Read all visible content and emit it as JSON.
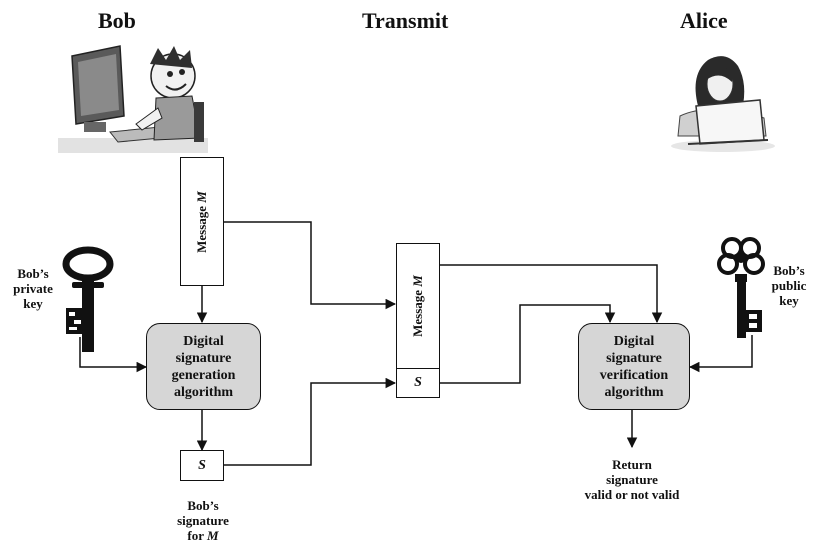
{
  "headers": {
    "bob": "Bob",
    "transmit": "Transmit",
    "alice": "Alice"
  },
  "bob_side": {
    "message_prefix": "Message",
    "message_var": "M",
    "private_key_label": "Bob’s\nprivate\nkey",
    "generation_algorithm": "Digital\nsignature\ngeneration\nalgorithm",
    "signature_symbol": "S",
    "signature_caption_text": "Bob’s\nsignature\nfor",
    "signature_caption_var": "M"
  },
  "transmit": {
    "message_prefix": "Message",
    "message_var": "M",
    "signature_symbol": "S"
  },
  "alice_side": {
    "public_key_label": "Bob’s\npublic\nkey",
    "verification_algorithm": "Digital\nsignature\nverification\nalgorithm",
    "result_label": "Return\nsignature\nvalid or not valid"
  }
}
